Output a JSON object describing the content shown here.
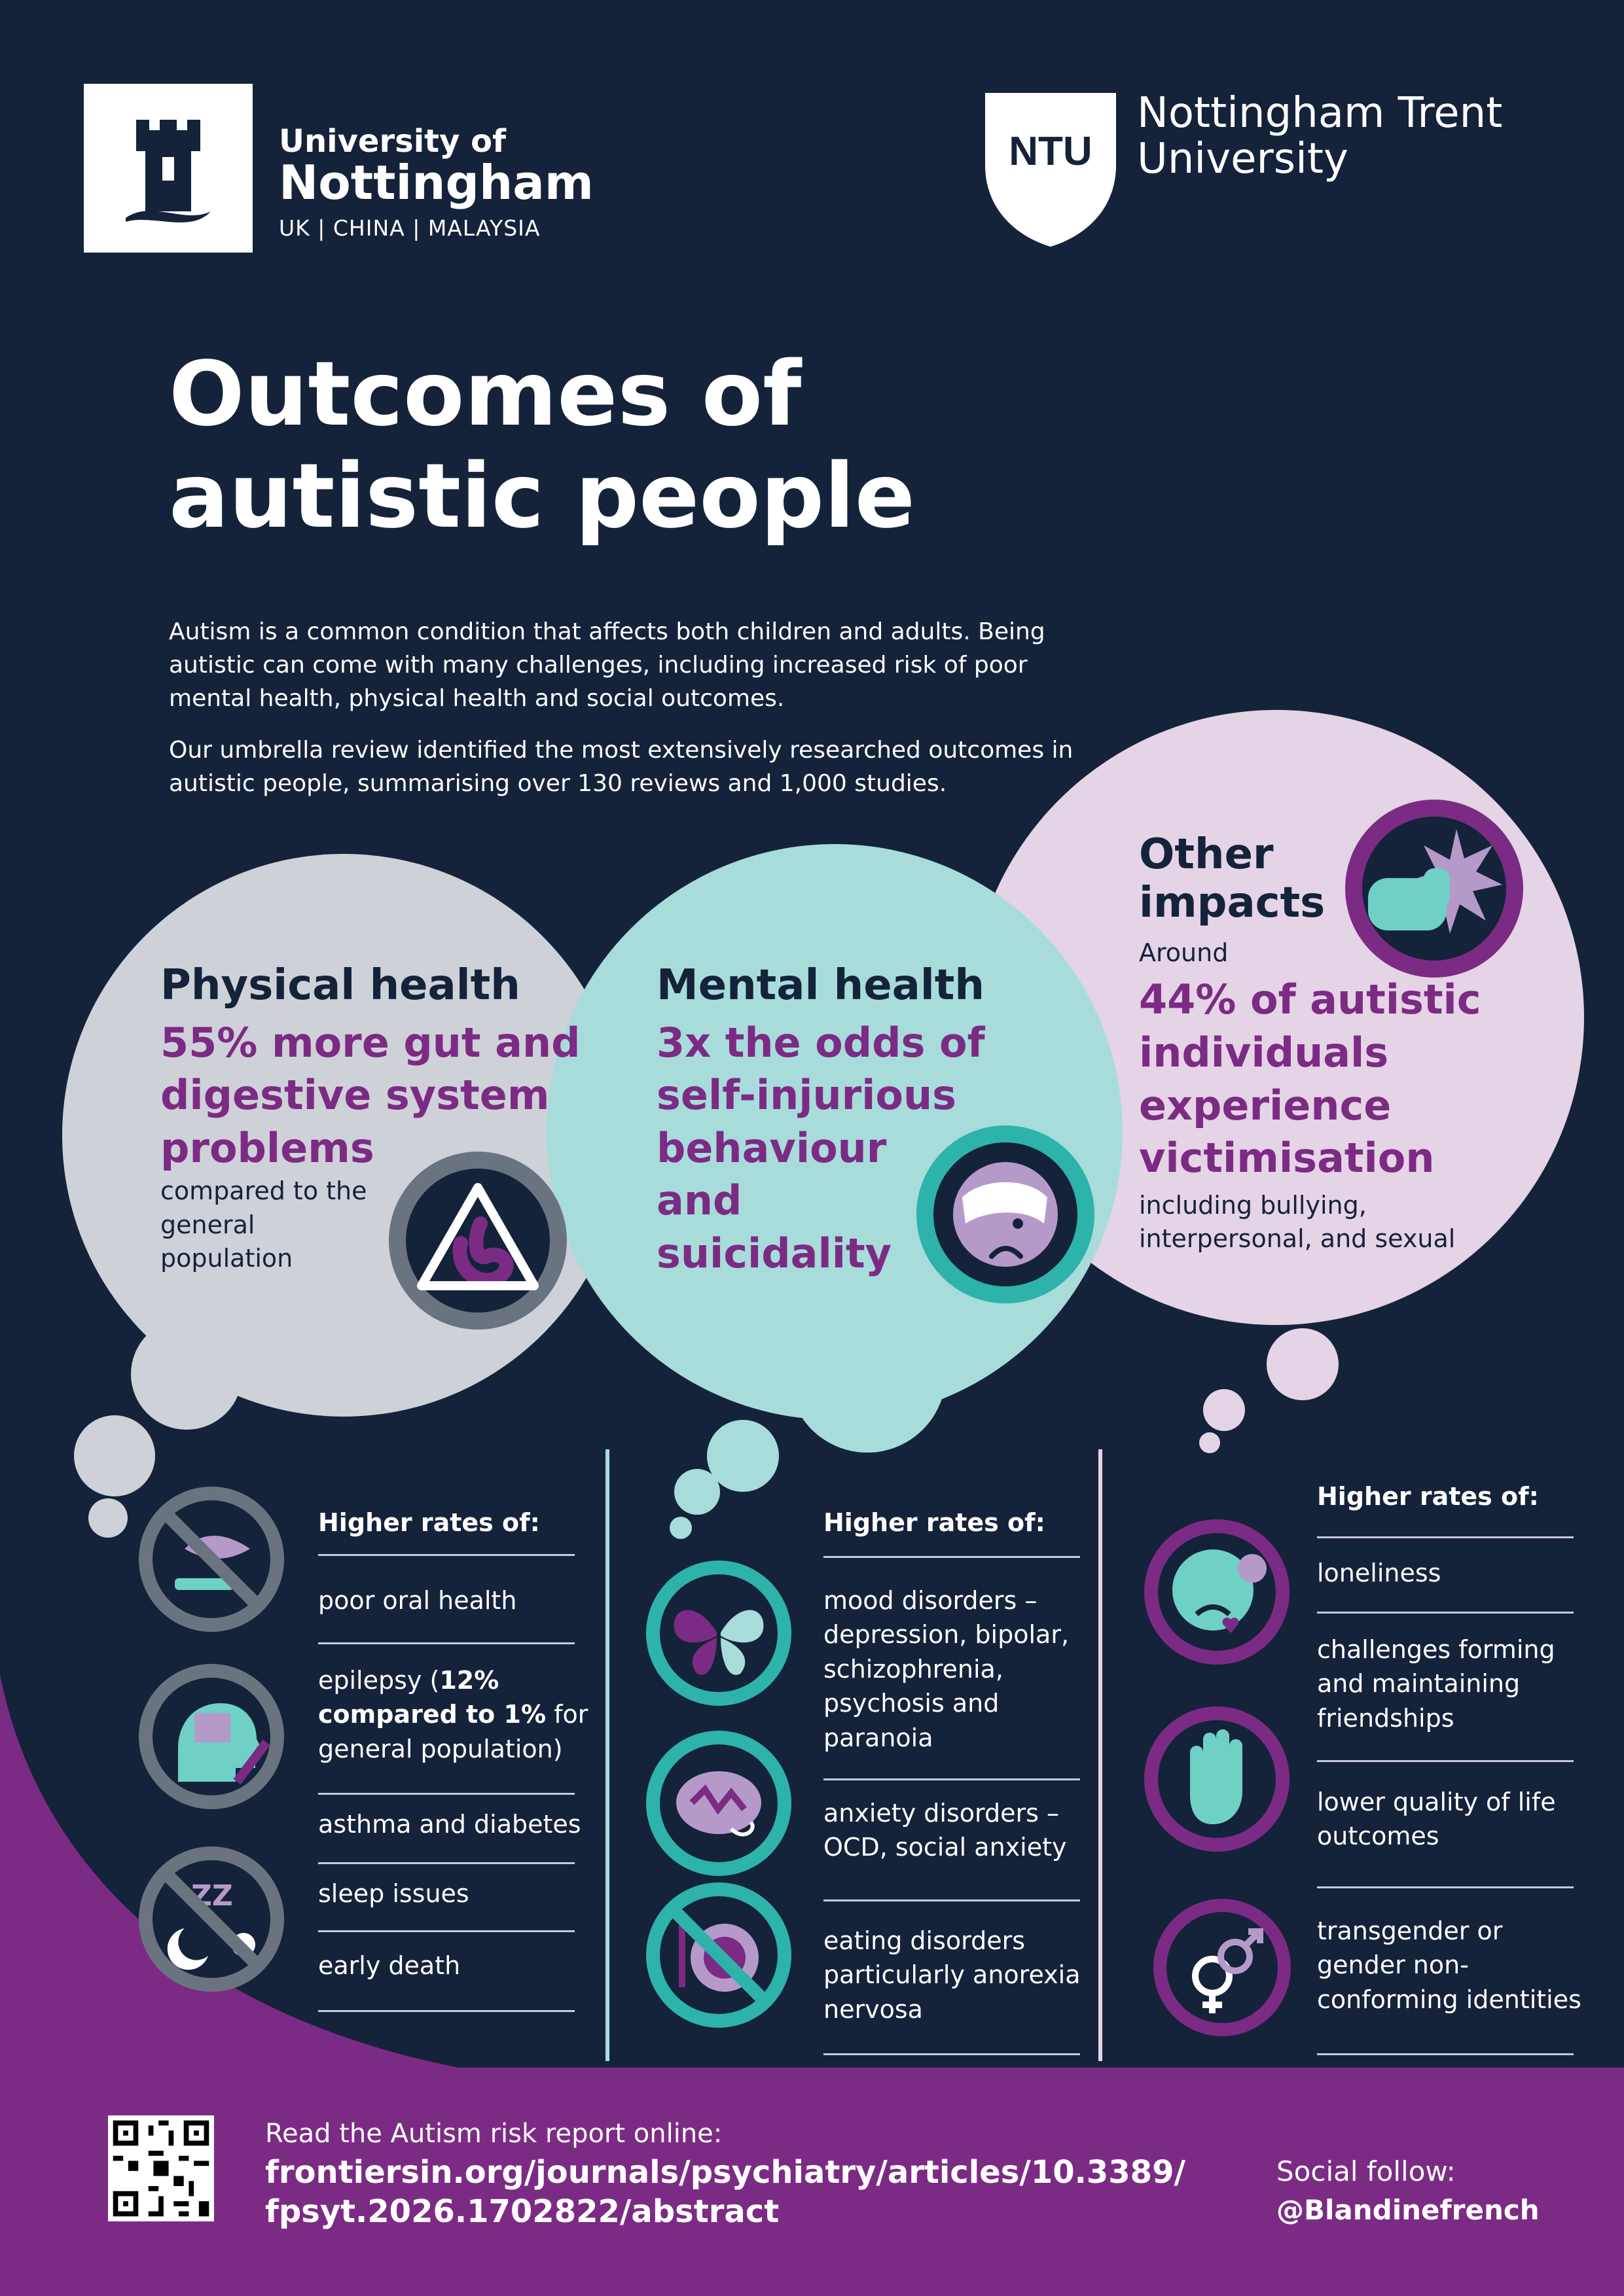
{
  "header": {
    "uon_line1": "University of",
    "uon_line2": "Nottingham",
    "uon_line3": "UK | CHINA | MALAYSIA",
    "ntu_badge": "NTU",
    "ntu_line1": "Nottingham Trent",
    "ntu_line2": "University"
  },
  "title": {
    "line1": "Outcomes of",
    "line2": "autistic people"
  },
  "intro": {
    "p1": "Autism is a common condition that affects both children and adults. Being autistic can come with many challenges, including increased risk of poor mental health, physical health and social outcomes.",
    "p2": "Our umbrella review identified the most extensively researched outcomes in autistic people, summarising over 130 reviews and 1,000 studies."
  },
  "physical": {
    "title": "Physical health",
    "stat_lines": [
      "55% more gut and",
      "digestive system",
      "problems"
    ],
    "sub_lines": [
      "compared to the",
      "general",
      "population"
    ],
    "list_heading": "Higher rates of:",
    "items": {
      "oral": "poor oral health",
      "epilepsy_a": "epilepsy (",
      "epilepsy_b": "12%",
      "epilepsy_c": "compared to 1%",
      "epilepsy_d": " for",
      "epilepsy_e": "general population)",
      "asthma": "asthma and diabetes",
      "sleep": "sleep issues",
      "death": "early death"
    }
  },
  "mental": {
    "title": "Mental health",
    "stat_lines": [
      "3x the odds of",
      "self-injurious",
      "behaviour",
      "and",
      "suicidality"
    ],
    "list_heading": "Higher rates of:",
    "items": {
      "mood": [
        "mood disorders –",
        "depression, bipolar,",
        "schizophrenia,",
        "psychosis and",
        "paranoia"
      ],
      "anxiety": [
        "anxiety disorders –",
        "OCD, social anxiety"
      ],
      "eating": [
        "eating disorders",
        "particularly anorexia",
        "nervosa"
      ]
    }
  },
  "other": {
    "title_lines": [
      "Other",
      "impacts"
    ],
    "around": "Around",
    "stat_lines": [
      "44% of autistic",
      "individuals",
      "experience",
      "victimisation"
    ],
    "sub_lines": [
      "including bullying,",
      "interpersonal, and sexual"
    ],
    "list_heading": "Higher rates of:",
    "items": {
      "loneliness": "loneliness",
      "friendships": [
        "challenges forming",
        "and maintaining",
        "friendships"
      ],
      "quality": [
        "lower quality of life",
        "outcomes"
      ],
      "gender": [
        "transgender or",
        "gender non-",
        "conforming identities"
      ]
    }
  },
  "footer": {
    "read_label": "Read the Autism risk report online:",
    "url_line1": "frontiersin.org/journals/psychiatry/articles/10.3389/",
    "url_line2": "fpsyt.2026.1702822/abstract",
    "social_label": "Social follow:",
    "social_handle": "@Blandinefrench"
  },
  "colors": {
    "navy": "#14233a",
    "purple": "#7c2b84",
    "grey_bubble": "#cfd1d8",
    "teal_bubble": "#a8dcdb",
    "lilac_bubble": "#e5d3e6",
    "teal_ring": "#2db3aa",
    "grey_ring": "#6a7480"
  }
}
